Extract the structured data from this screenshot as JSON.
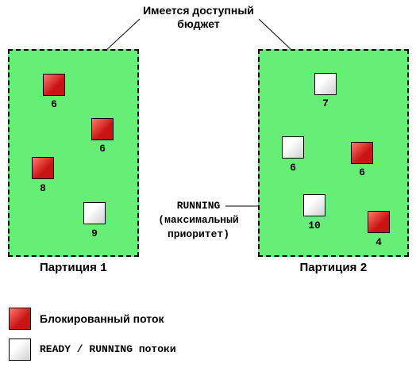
{
  "colors": {
    "partition_fill": "#66ee77",
    "blocked_light": "#ff7a6a",
    "blocked_dark": "#c81414",
    "ready_light": "#ffffff",
    "ready_dark": "#cfcfcf"
  },
  "budget_note": {
    "line1": "Имеется доступный",
    "line2": "бюджет"
  },
  "running_note": {
    "line1": "RUNNING",
    "line2": "(максимальный",
    "line3": "приоритет)"
  },
  "partitions": [
    {
      "caption_word": "Партиция",
      "caption_num": "1",
      "threads": [
        {
          "state": "blocked",
          "priority": "6"
        },
        {
          "state": "blocked",
          "priority": "6"
        },
        {
          "state": "blocked",
          "priority": "8"
        },
        {
          "state": "ready",
          "priority": "9"
        }
      ]
    },
    {
      "caption_word": "Партиция",
      "caption_num": "2",
      "threads": [
        {
          "state": "ready",
          "priority": "7"
        },
        {
          "state": "ready",
          "priority": "6"
        },
        {
          "state": "blocked",
          "priority": "6"
        },
        {
          "state": "ready",
          "priority": "10"
        },
        {
          "state": "blocked",
          "priority": "4"
        }
      ]
    }
  ],
  "legend": {
    "blocked_label": "Блокированный поток",
    "ready_label": "READY / RUNNING потоки"
  }
}
